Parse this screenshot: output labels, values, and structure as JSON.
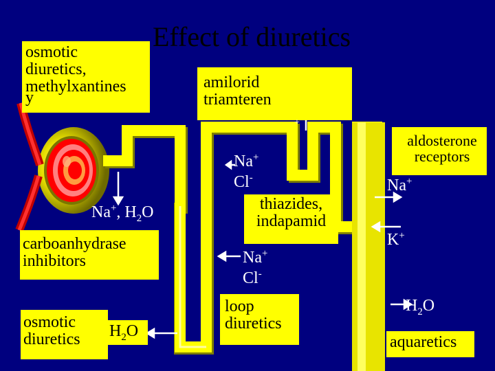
{
  "slide": {
    "title": "Effect of diuretics",
    "colors": {
      "background": "#00007f",
      "tubule": "#ffff00",
      "tubule_shadow": "#7f7f00",
      "label_box": "#ffff00",
      "arrow": "#ffffff"
    },
    "boxes": {
      "osmotic_top": [
        "osmotic",
        "diuretics,",
        "methylxantines",
        "y"
      ],
      "amilorid": [
        "amilorid",
        "triamteren"
      ],
      "aldosterone": [
        "aldosterone",
        "receptors"
      ],
      "thiazides": [
        "thiazides,",
        "indapamid"
      ],
      "carboanhydrase": [
        "carboanhydrase",
        "inhibitors"
      ],
      "osmotic_bottom": [
        "osmotic",
        "diuretics"
      ],
      "loop": [
        "loop",
        "diuretics"
      ],
      "aquaretics": [
        "aquaretics"
      ]
    },
    "ions": {
      "na_h2o": {
        "na": "Na",
        "plus": "+",
        "comma": ", H",
        "two": "2",
        "o": "O"
      },
      "h2o_bottom": {
        "h": "H",
        "two": "2",
        "o": "O"
      },
      "na_upper": {
        "na": "Na",
        "plus": "+"
      },
      "cl_upper": {
        "cl": "Cl",
        "minus": "-"
      },
      "na_lower": {
        "na": "Na",
        "plus": "+"
      },
      "cl_lower": {
        "cl": "Cl",
        "minus": "-"
      },
      "na_right": {
        "na": "Na",
        "plus": "+"
      },
      "k_right": {
        "k": "K",
        "plus": "+"
      },
      "h2o_right": {
        "h": "H",
        "two": "2",
        "o": "O"
      },
      "small_plus": "+"
    }
  }
}
